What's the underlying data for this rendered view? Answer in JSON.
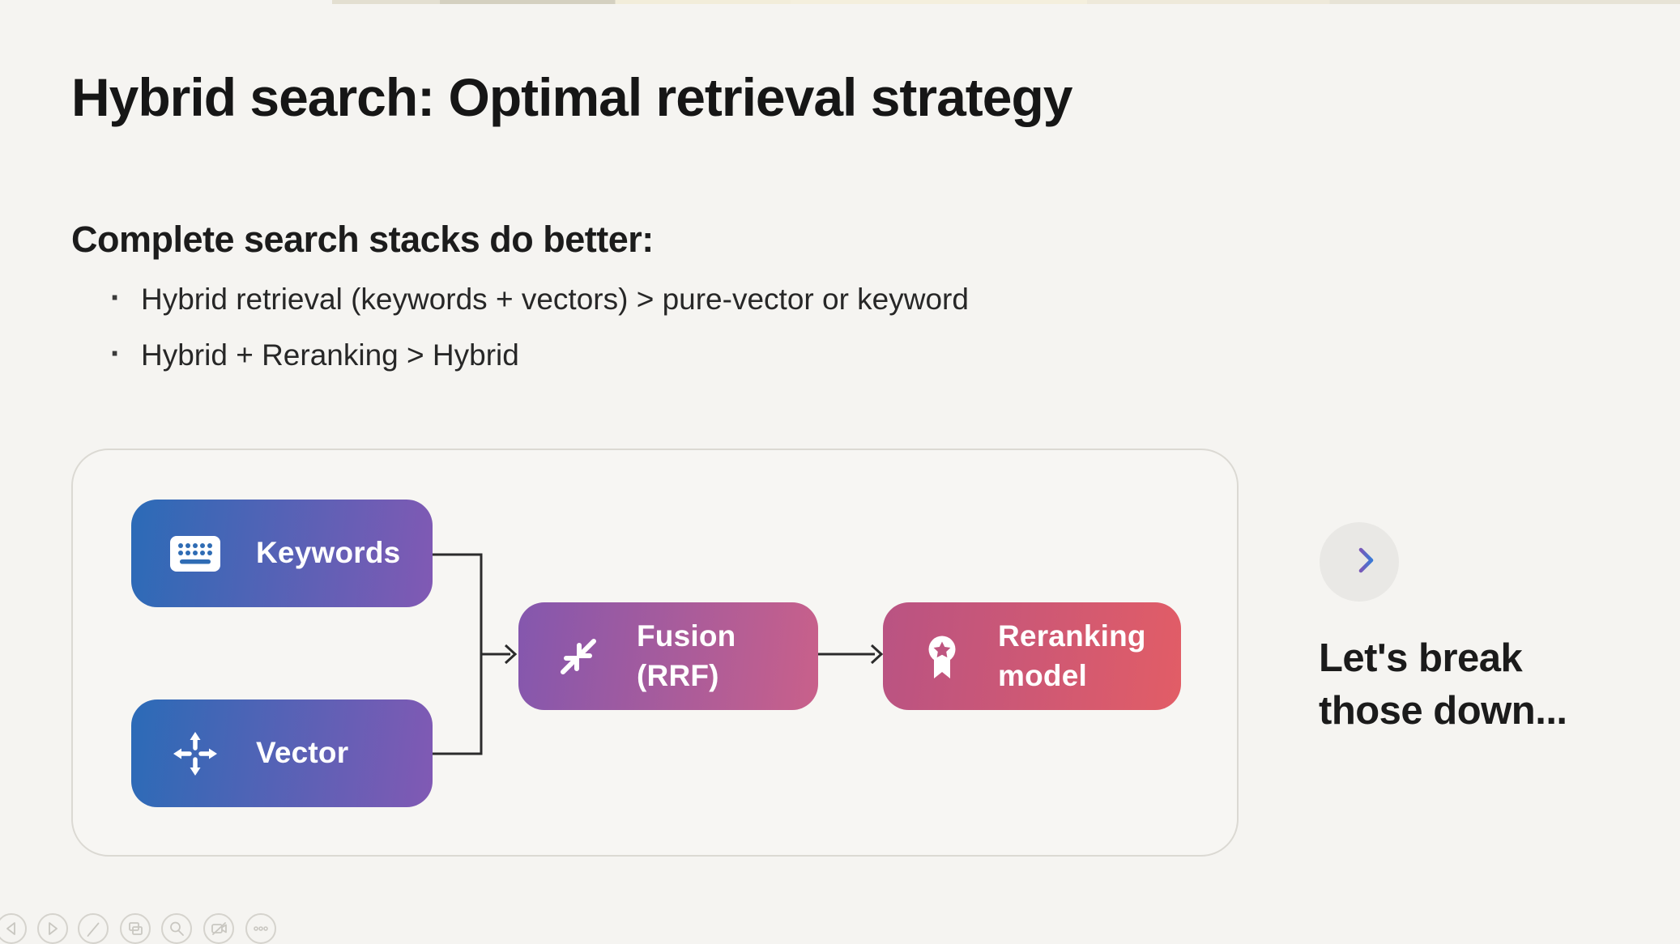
{
  "slide": {
    "title": "Hybrid search: Optimal retrieval strategy",
    "subtitle": "Complete search stacks do better:",
    "bullets": [
      "Hybrid retrieval (keywords + vectors) > pure-vector or keyword",
      "Hybrid + Reranking > Hybrid"
    ]
  },
  "diagram": {
    "nodes": [
      {
        "id": "keywords",
        "label": "Keywords",
        "icon": "keyboard-icon",
        "gradient": [
          "#2b6bb7",
          "#8159b4"
        ]
      },
      {
        "id": "vector",
        "label": "Vector",
        "icon": "arrows-move-icon",
        "gradient": [
          "#2b6bb7",
          "#8159b4"
        ]
      },
      {
        "id": "fusion",
        "label": "Fusion (RRF)",
        "icon": "collapse-arrows-icon",
        "gradient": [
          "#8457ae",
          "#c9608a"
        ]
      },
      {
        "id": "reranking",
        "label": "Reranking model",
        "icon": "award-ribbon-icon",
        "gradient": [
          "#b95383",
          "#e25d66"
        ]
      }
    ],
    "connector_color": "#2b2b2b"
  },
  "aside": {
    "text": "Let's break those down...",
    "icon": "right-arrow-icon",
    "circle_color": "#e9e8e5",
    "arrow_gradient": [
      "#7a58b8",
      "#3b7ad6"
    ]
  },
  "toolbar": {
    "buttons": [
      {
        "icon": "previous-slide-icon"
      },
      {
        "icon": "next-slide-icon"
      },
      {
        "icon": "pen-icon"
      },
      {
        "icon": "all-slides-icon"
      },
      {
        "icon": "zoom-icon"
      },
      {
        "icon": "camera-off-icon"
      },
      {
        "icon": "more-options-icon"
      }
    ]
  }
}
